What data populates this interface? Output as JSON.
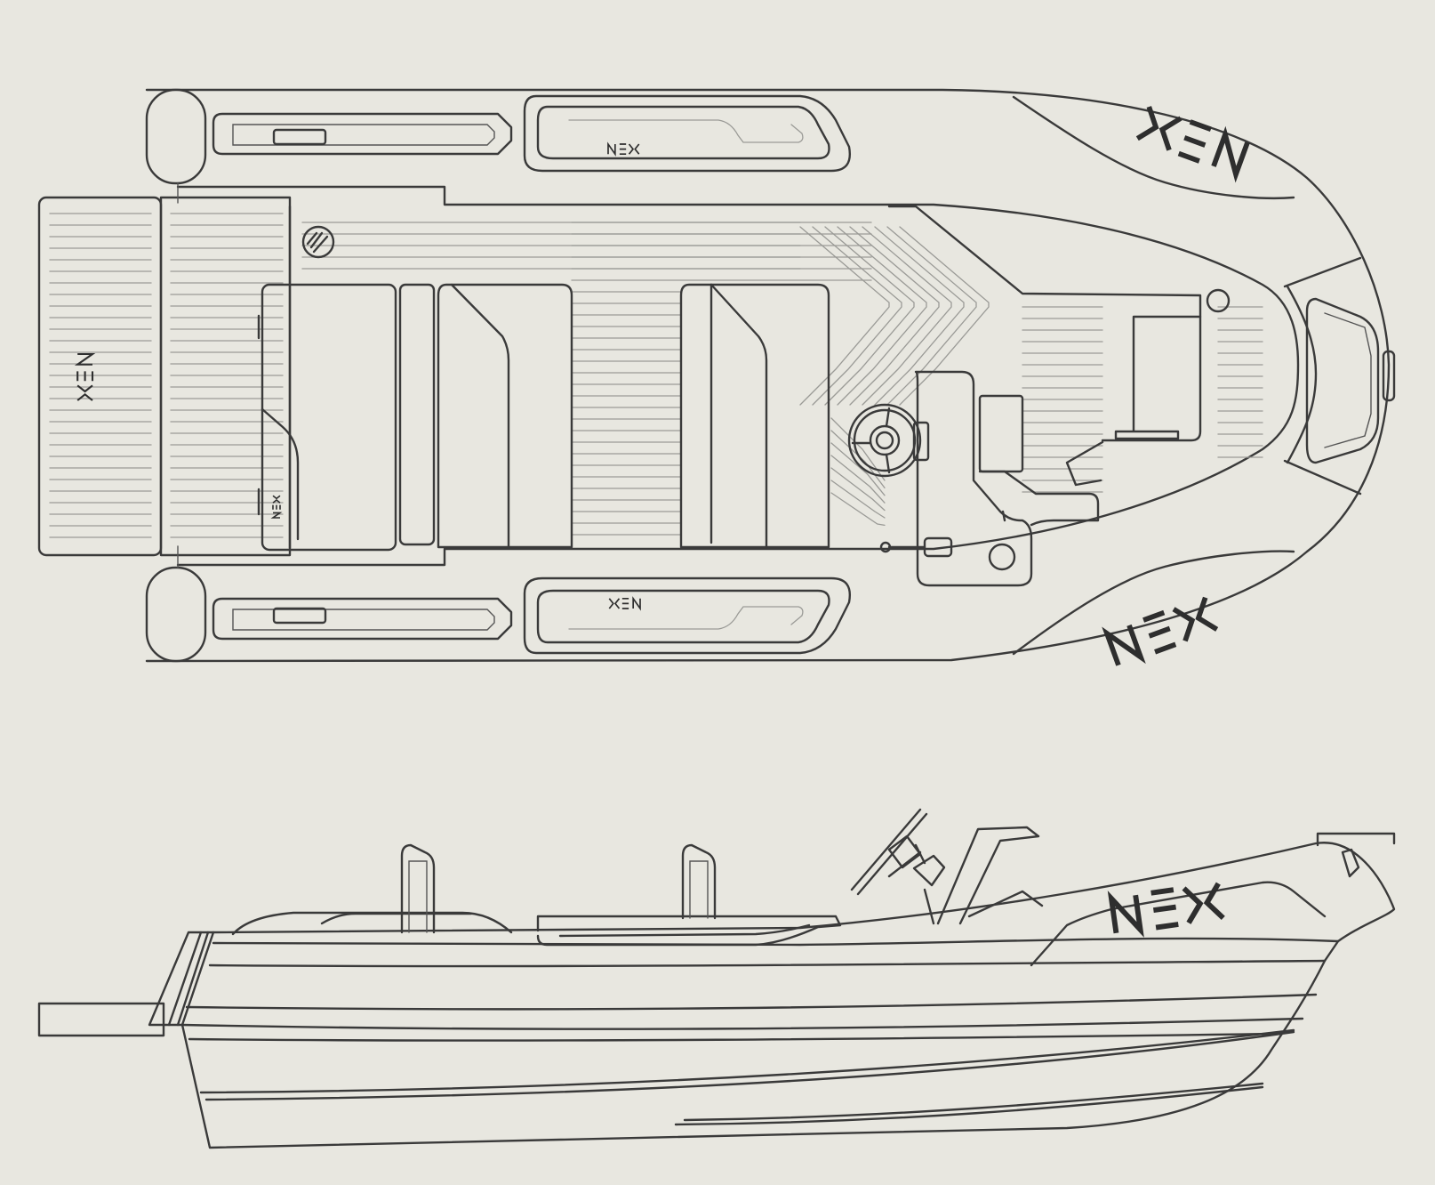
{
  "colors": {
    "background": "#e8e7e0",
    "line": "#3a3a3a",
    "faint_line": "#9a9a96",
    "logo": "#2e2e2e"
  },
  "views": [
    {
      "id": "top-view"
    },
    {
      "id": "side-view"
    }
  ],
  "brand": {
    "logo_text": "NEX"
  }
}
